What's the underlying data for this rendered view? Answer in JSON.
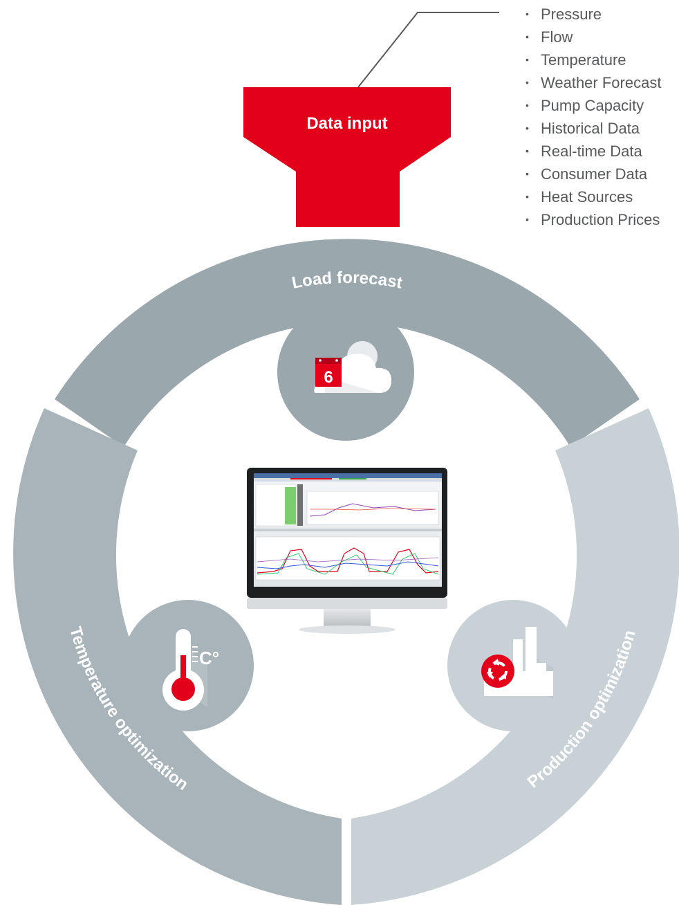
{
  "data_input": {
    "label": "Data input",
    "items": [
      "Pressure",
      "Flow",
      "Temperature",
      "Weather Forecast",
      "Pump Capacity",
      "Historical Data",
      "Real-time Data",
      "Consumer Data",
      "Heat Sources",
      "Production Prices"
    ]
  },
  "segments": {
    "load_forecast": "Load forecast",
    "temperature_optimization": "Temperature optimization",
    "production_optimization": "Production optimization"
  },
  "icons": {
    "calendar_day": "6",
    "calendar_weather": "calendar-cloud-icon",
    "thermometer": "thermometer-icon",
    "thermometer_unit": "C°",
    "factory": "factory-recycle-icon",
    "monitor": "monitor-screenshot"
  },
  "colors": {
    "accent_red": "#e2001a",
    "segment_top": "#9aa8ae",
    "segment_left": "#a8b4ba",
    "segment_right": "#c8d1d6",
    "text_gray": "#58595b"
  }
}
